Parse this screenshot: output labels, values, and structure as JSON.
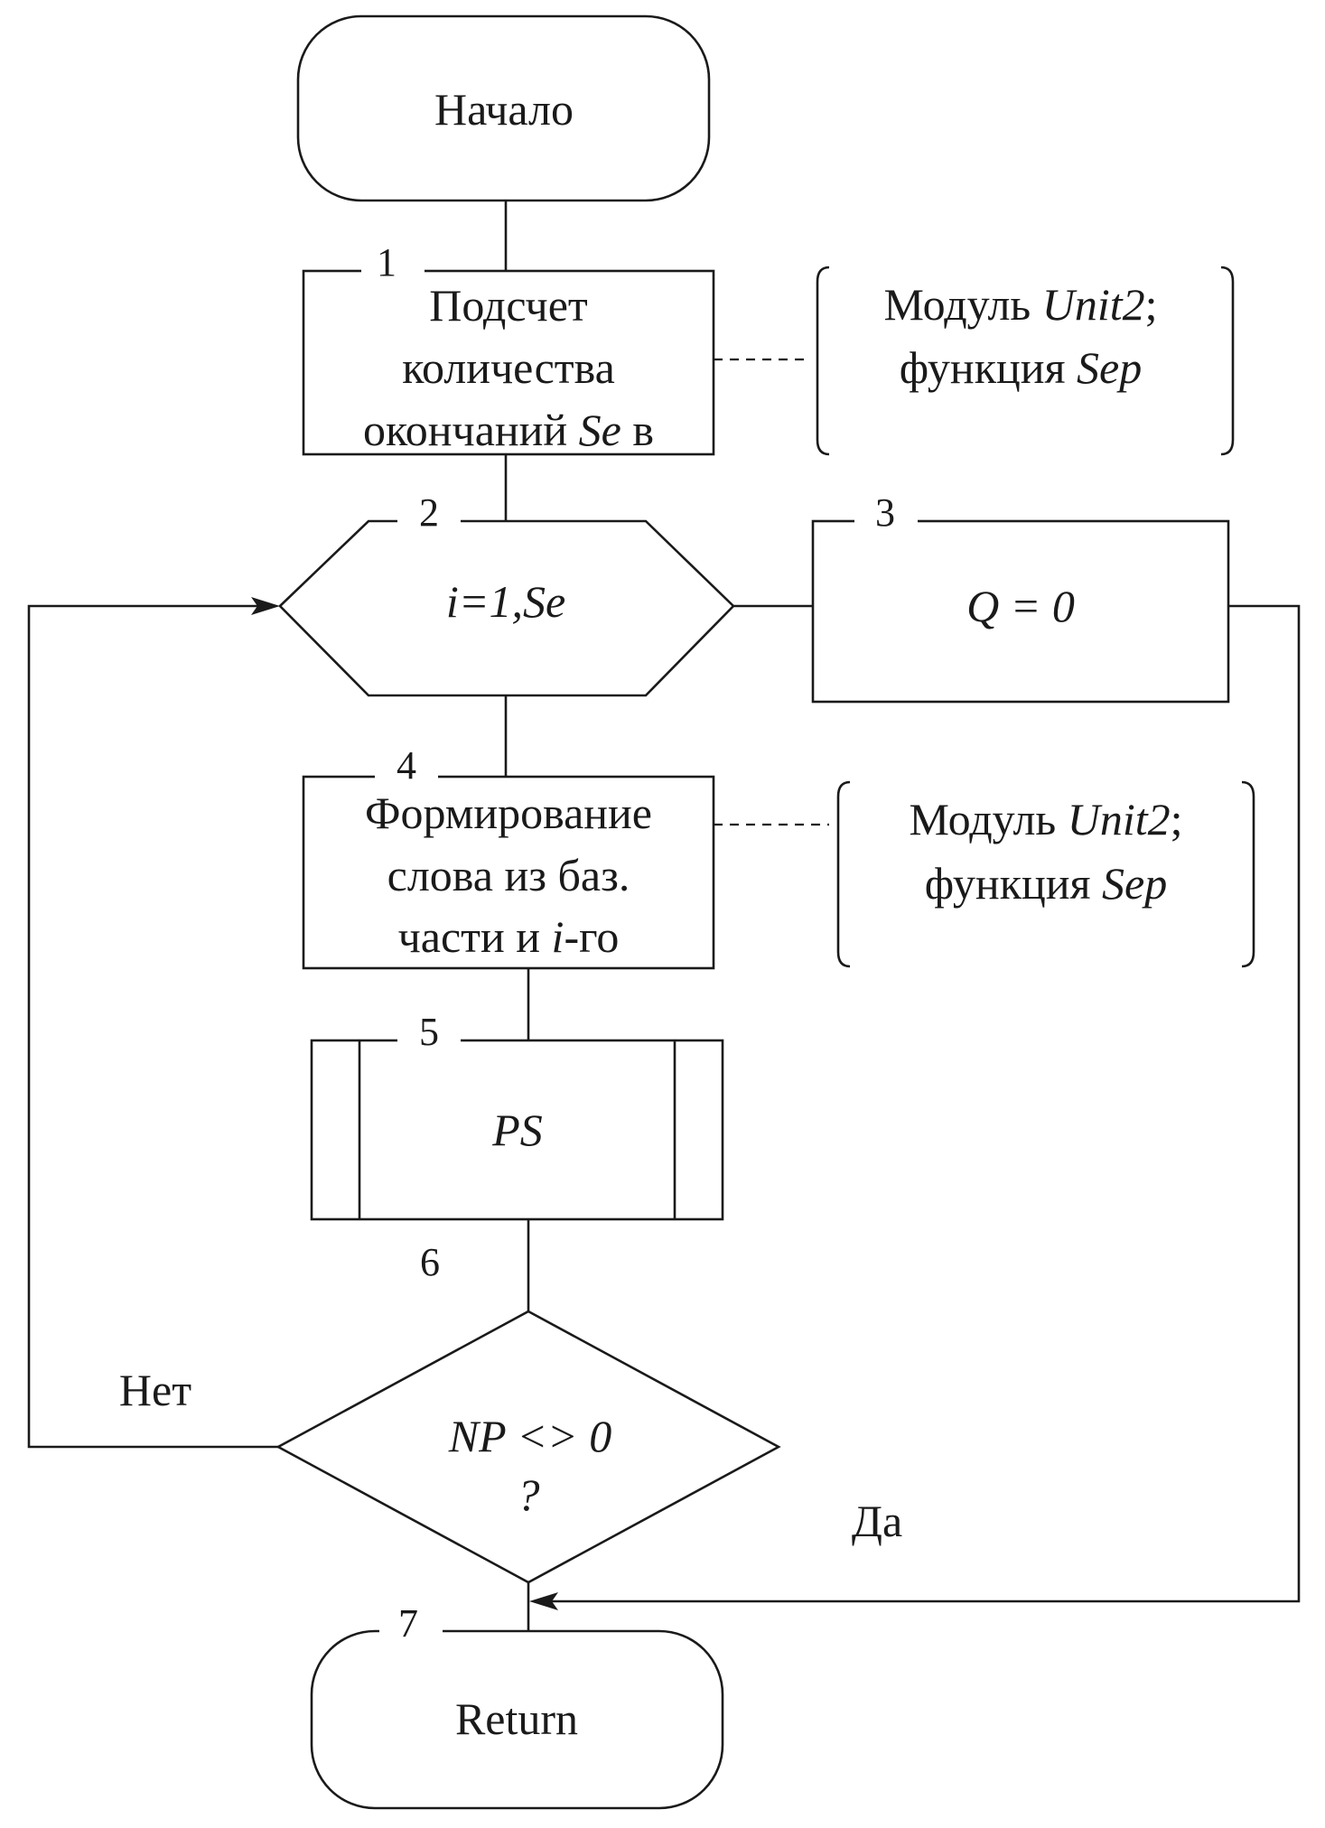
{
  "blocks": {
    "start": {
      "label": "Начало"
    },
    "b1": {
      "num": "1",
      "lines": [
        "Подсчет",
        "количества"
      ],
      "line3_pre": "окончаний ",
      "line3_var": "Se",
      "line3_post": " в"
    },
    "b1_note": {
      "line1_pre": "Модуль ",
      "line1_var": "Unit2",
      "line1_post": ";",
      "line2_pre": "функция ",
      "line2_var": "Sep"
    },
    "b2": {
      "num": "2",
      "label": "i=1,Se"
    },
    "b3": {
      "num": "3",
      "label": "Q = 0"
    },
    "b4": {
      "num": "4",
      "line1": "Формирование",
      "line2": "слова из баз.",
      "line3_pre": "части и ",
      "line3_var": "i",
      "line3_post": "-го"
    },
    "b4_note": {
      "line1_pre": "Модуль ",
      "line1_var": "Unit2",
      "line1_post": ";",
      "line2_pre": "функция ",
      "line2_var": "Sep"
    },
    "b5": {
      "num": "5",
      "label": "PS"
    },
    "b6": {
      "num": "6",
      "line1": "NP <> 0",
      "line2": "?"
    },
    "b7": {
      "num": "7",
      "label": "Return"
    }
  },
  "branches": {
    "no": "Нет",
    "yes": "Да"
  }
}
